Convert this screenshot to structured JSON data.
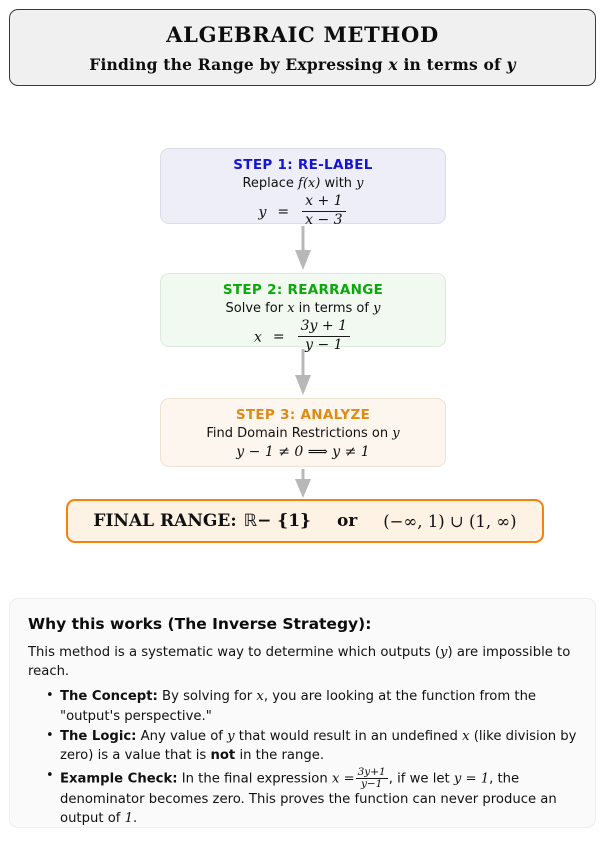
{
  "title_card": {
    "main_title": "ALGEBRAIC METHOD",
    "sub_title_part1": "Finding the Range by Expressing ",
    "sub_title_x": "x",
    "sub_title_part2": " in terms of ",
    "sub_title_y": "y"
  },
  "steps": [
    {
      "title": "STEP 1:  RE-LABEL",
      "desc_part1": "Replace ",
      "desc_math": "f(x)",
      "desc_part2": " with ",
      "desc_var": "y",
      "equation": {
        "lhs": "y",
        "sign": "=",
        "numerator": "x + 1",
        "denominator": "x − 3"
      },
      "color": "#1414d2",
      "background": "#eeeef9"
    },
    {
      "title": "STEP 2:  REARRANGE",
      "desc_part1": "Solve for ",
      "desc_math": "x",
      "desc_part2": " in terms of ",
      "desc_var": "y",
      "equation": {
        "lhs": "x",
        "sign": "=",
        "numerator": "3y + 1",
        "denominator": "y − 1"
      },
      "color": "#0aa80a",
      "background": "#f1f9f1"
    },
    {
      "title": "STEP 3:  ANALYZE",
      "desc_part1": "Find Domain Restrictions on ",
      "desc_math": "",
      "desc_part2": "",
      "desc_var": "y",
      "equation_line": "y − 1  ≠  0     ⟹     y  ≠  1",
      "color": "#e08a14",
      "background": "#fdf6ee"
    }
  ],
  "final_range": {
    "label": "FINAL RANGE:",
    "set_notation_r": "ℝ",
    "set_notation_rest": " − {1}",
    "or_word": "or",
    "interval_notation": "(−∞, 1) ∪ (1, ∞)",
    "border_color": "#f5820b",
    "background": "#fdf2e4"
  },
  "why_panel": {
    "heading": "Why this works (The Inverse Strategy):",
    "intro_part1": "This method is a systematic way to determine which outputs (",
    "intro_math": "y",
    "intro_part2": ") are impossible to reach.",
    "bullets": [
      {
        "label": "The Concept:",
        "text_part1": " By solving for ",
        "math1": "x",
        "text_part2": ", you are looking at the function from the \"output's perspective.\""
      },
      {
        "label": "The Logic:",
        "text_part1": " Any value of ",
        "math1": "y",
        "text_part2": " that would result in an undefined ",
        "math2": "x",
        "text_part3": " (like division by zero) is a value that is ",
        "bold_word": "not",
        "text_part4": " in the range."
      },
      {
        "label": "Example Check:",
        "text_part1": " In the final expression ",
        "math1": "x =",
        "frac_num": "3y+1",
        "frac_den": "y−1",
        "text_part2": ", if we let ",
        "math2": "y = 1",
        "text_part3": ", the denominator becomes zero.  This proves the function can never produce an output of ",
        "math3": "1",
        "text_part4": "."
      }
    ]
  },
  "arrows": {
    "color": "#b8b8b8",
    "count": 3
  }
}
